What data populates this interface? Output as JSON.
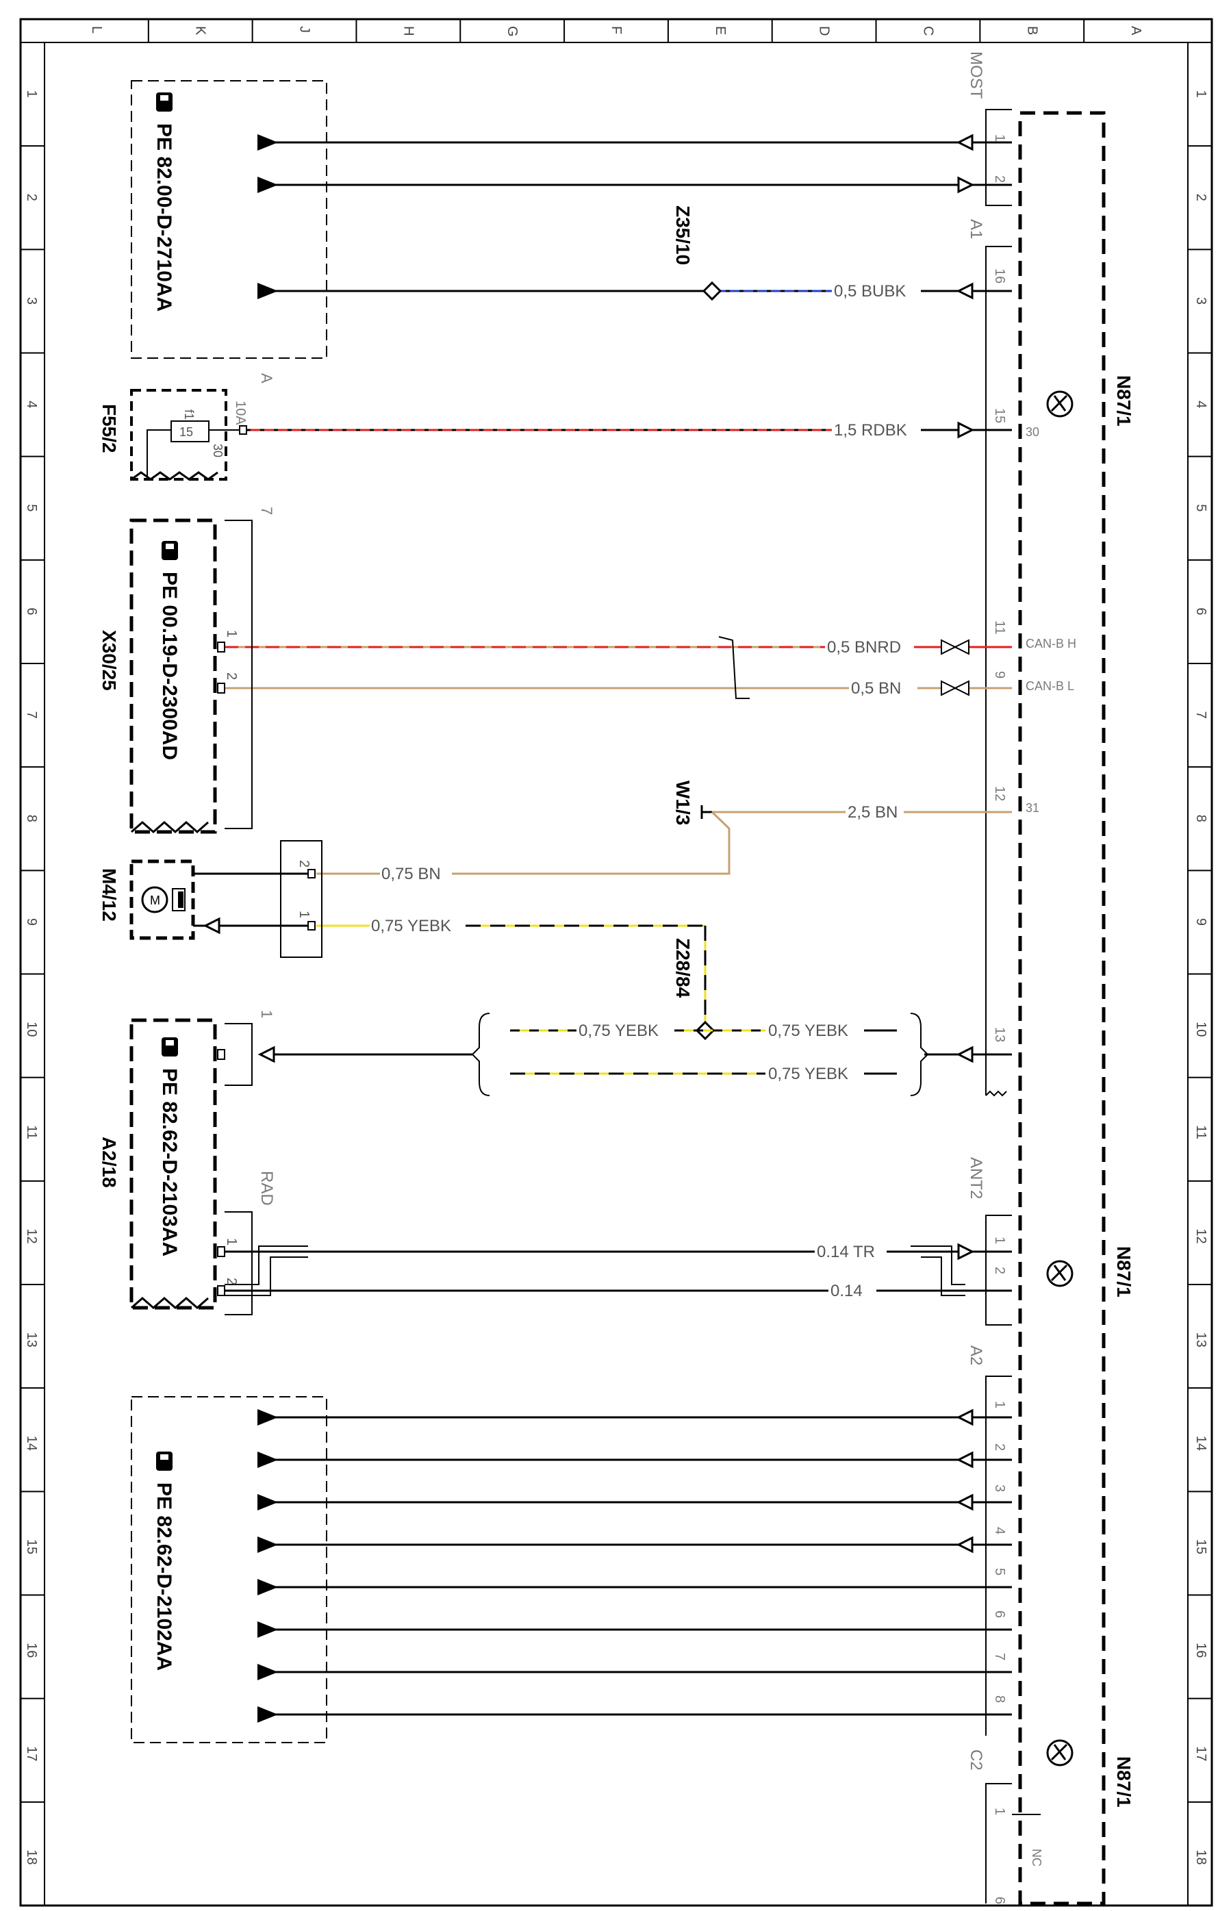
{
  "columns": [
    "L",
    "K",
    "J",
    "H",
    "G",
    "F",
    "E",
    "D",
    "C",
    "B",
    "A"
  ],
  "rows": [
    "1",
    "2",
    "3",
    "4",
    "5",
    "6",
    "7",
    "8",
    "9",
    "10",
    "11",
    "12",
    "13",
    "14",
    "15",
    "16",
    "17",
    "18"
  ],
  "colors": {
    "line": "#000000",
    "blue": "#1f3fd0",
    "red": "#e02020",
    "brown": "#c8a070",
    "yellow": "#f0e020",
    "grey": "#7a7a7a"
  },
  "module": {
    "label": "N87/1",
    "connectors": {
      "most": "MOST",
      "a1": "A1",
      "ant2": "ANT2",
      "a2": "A2",
      "c2": "C2"
    },
    "pin_texts": {
      "p30": "30",
      "canh": "CAN-B H",
      "canl": "CAN-B L",
      "p31": "31",
      "nc": "NC"
    }
  },
  "references": {
    "pe1": "PE 82.00-D-2710AA",
    "pe2": "PE 00.19-D-2300AD",
    "pe3": "PE 82.62-D-2103AA",
    "pe4": "PE 82.62-D-2102AA"
  },
  "components": {
    "f55": "F55/2",
    "x30": "X30/25",
    "m412": "M4/12",
    "a218": "A2/18",
    "z3510": "Z35/10",
    "w13": "W1/3",
    "z2884": "Z28/84",
    "fuse_a": "A",
    "fuse_rating": "10A",
    "fuse_f1": "f1",
    "fuse_15": "15",
    "fuse_30": "30",
    "x30_7": "7",
    "a218_1": "1",
    "rad": "RAD",
    "motor_m": "M"
  },
  "wires": {
    "w_bubk": "0,5 BUBK",
    "w_rdbk": "1,5 RDBK",
    "w_bnrd": "0,5 BNRD",
    "w_bn05": "0,5 BN",
    "w_bn25": "2,5 BN",
    "w_bn075": "0,75 BN",
    "w_yebk_m": "0,75 YEBK",
    "w_yebk_l": "0,75 YEBK",
    "w_yebk_r": "0,75 YEBK",
    "w_yebk_b": "0,75 YEBK",
    "w_tr": "0.14 TR",
    "w_014": "0.14"
  },
  "pins": {
    "most1": "1",
    "most2": "2",
    "a1_16": "16",
    "a1_15": "15",
    "a1_11": "11",
    "a1_9": "9",
    "a1_12": "12",
    "a1_13": "13",
    "ant1": "1",
    "ant2": "2",
    "a2_1": "1",
    "a2_2": "2",
    "a2_3": "3",
    "a2_4": "4",
    "a2_5": "5",
    "a2_6": "6",
    "a2_7": "7",
    "a2_8": "8",
    "c2_1": "1",
    "c2_6": "6",
    "x30_1": "1",
    "x30_2": "2",
    "m_2": "2",
    "m_1": "1",
    "rad1": "1",
    "rad2": "2"
  }
}
